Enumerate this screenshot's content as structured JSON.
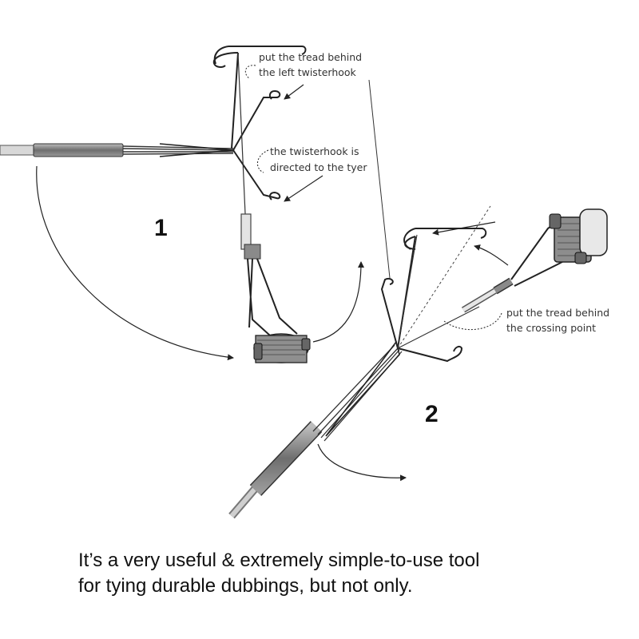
{
  "annotations": {
    "left_hook_line1": "put the tread behind",
    "left_hook_line2": "the left twisterhook",
    "directed_line1": "the twisterhook is",
    "directed_line2": "directed to the tyer",
    "crossing_line1": "put the tread behind",
    "crossing_line2": "the crossing point"
  },
  "steps": {
    "one": "1",
    "two": "2"
  },
  "caption": {
    "line1": "It’s a very useful & extremely simple-to-use tool",
    "line2": "for tying durable dubbings, but not only."
  }
}
